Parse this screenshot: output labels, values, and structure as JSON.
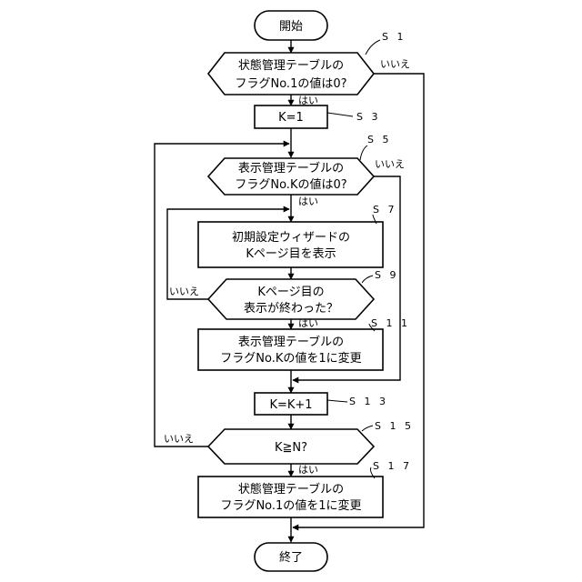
{
  "flowchart": {
    "start": "開始",
    "end": "終了",
    "s1": {
      "step": "S 1",
      "line1": "状態管理テーブルの",
      "line2": "フラグNo.1の値は0?"
    },
    "s3": {
      "step": "S 3",
      "line1": "K=1"
    },
    "s5": {
      "step": "S 5",
      "line1": "表示管理テーブルの",
      "line2": "フラグNo.Kの値は0?"
    },
    "s7": {
      "step": "S 7",
      "line1": "初期設定ウィザードの",
      "line2": "Kページ目を表示"
    },
    "s9": {
      "step": "S 9",
      "line1": "Kページ目の",
      "line2": "表示が終わった？"
    },
    "s11": {
      "step": "S 1 1",
      "line1": "表示管理テーブルの",
      "line2": "フラグNo.Kの値を1に変更"
    },
    "s13": {
      "step": "S 1 3",
      "line1": "K=K+1"
    },
    "s15": {
      "step": "S 1 5",
      "line1": "K≧N?"
    },
    "s17": {
      "step": "S 1 7",
      "line1": "状態管理テーブルの",
      "line2": "フラグNo.1の値を1に変更"
    },
    "labels": {
      "s1_yes": "はい",
      "s1_no": "いいえ",
      "s5_yes": "はい",
      "s5_no": "いいえ",
      "s9_yes": "はい",
      "s9_no": "いいえ",
      "s15_yes": "はい",
      "s15_no": "いいえ"
    }
  }
}
